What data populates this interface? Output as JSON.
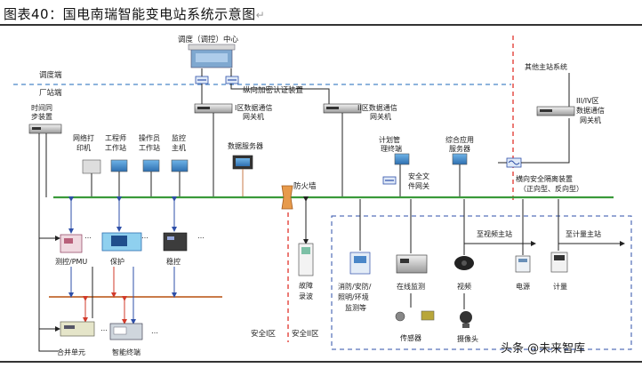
{
  "figure": {
    "title": "图表40：国电南瑞智能变电站系统示意图",
    "return_mark": "↵"
  },
  "zones": {
    "dispatch_side": "调度端",
    "station_side": "厂站端",
    "safety_zone_1": "安全I区",
    "safety_zone_2": "安全II区"
  },
  "dispatch_center": "调度（调控）中心",
  "longitudinal_encryption": "纵向加密认证装置",
  "time_sync": [
    "时间同",
    "步装置"
  ],
  "gateway_1": [
    "I区数据通信",
    "网关机"
  ],
  "gateway_2": [
    "II区数据通信",
    "网关机"
  ],
  "other_master": "其他主站系统",
  "gateway_34": [
    "III/IV区",
    "数据通信",
    "网关机"
  ],
  "workstations": [
    {
      "lines": [
        "网络打",
        "印机"
      ]
    },
    {
      "lines": [
        "工程师",
        "工作站"
      ]
    },
    {
      "lines": [
        "操作员",
        "工作站"
      ]
    },
    {
      "lines": [
        "监控",
        "主机"
      ]
    }
  ],
  "data_server": "数据服务器",
  "plan_terminal": [
    "计划管",
    "理终端"
  ],
  "app_server": [
    "综合应用",
    "服务器"
  ],
  "firewall": "防火墙",
  "file_gateway": [
    "安全文",
    "件网关"
  ],
  "isolation": [
    "横向安全隔离装置",
    "（正向型、反向型）"
  ],
  "bay_devices": {
    "measure": "测控/PMU",
    "protect": "保护",
    "stability": "稳控",
    "merging": "合并单元",
    "smart_terminal": "智能终端",
    "fault_rec": [
      "故障",
      "录波"
    ]
  },
  "zone2_devices": {
    "fire": [
      "消防/安防/",
      "照明/环境",
      "监测等"
    ],
    "online": "在线监测",
    "sensor": "传感器",
    "video": "视频",
    "camera": "摄像头",
    "power": "电源",
    "meter": "计量",
    "to_video": "至视频主站",
    "to_meter": "至计量主站"
  },
  "ellipsis": "…",
  "watermark": "头条 @未来智库",
  "colors": {
    "bus_green": "#3a9a3a",
    "link_blue": "#2e4fa8",
    "brown": "#c97b4a",
    "red_dash": "#e0332b",
    "blue_dash": "#4a86c8",
    "red_arrow": "#d23a2a"
  }
}
